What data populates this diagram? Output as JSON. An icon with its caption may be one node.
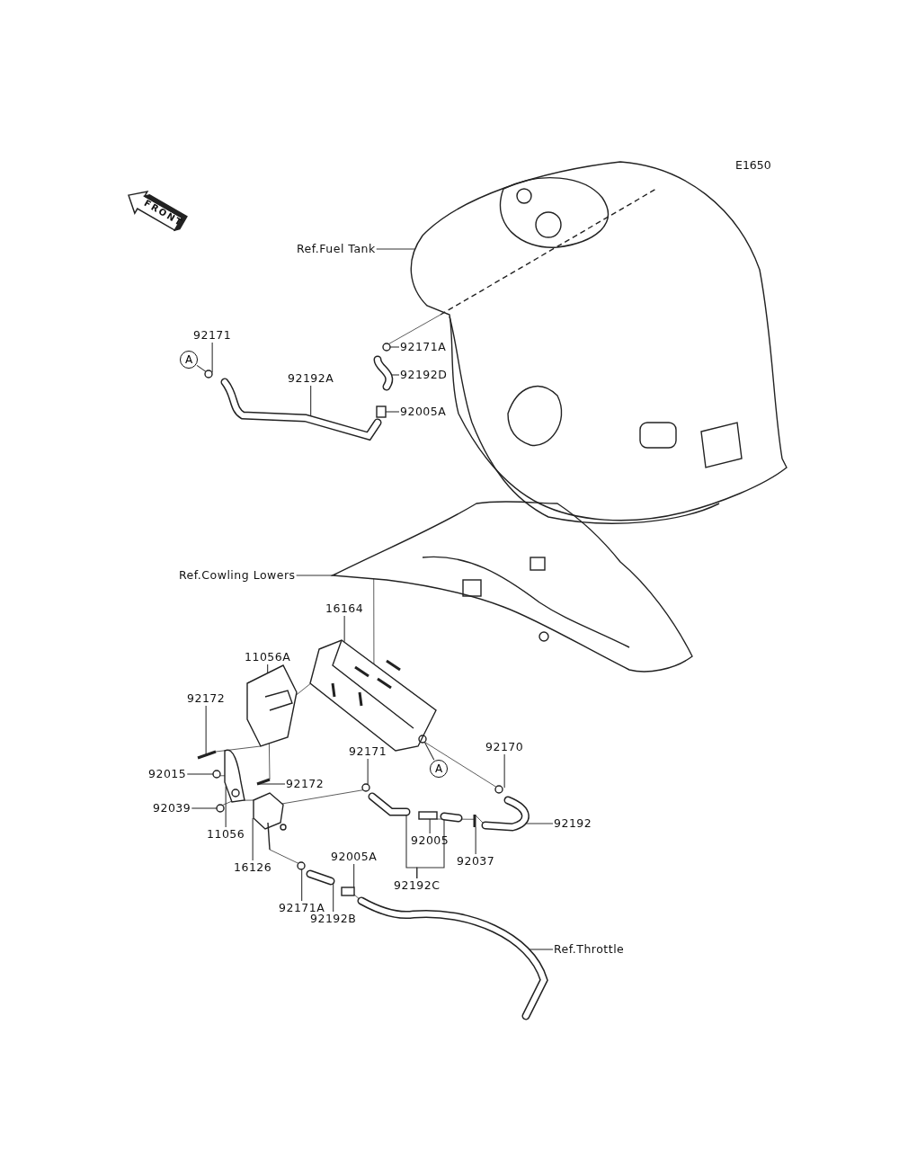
{
  "diagram": {
    "nodes": [
      {
        "text": [
          "Ref.Fuel Tank"
        ]
      },
      {
        "text": [
          "92171"
        ]
      },
      {
        "text": [
          "A"
        ]
      },
      {
        "text": [
          "92192A"
        ]
      },
      {
        "text": [
          "92171A"
        ]
      },
      {
        "text": [
          "92192D"
        ]
      },
      {
        "text": [
          "92005A"
        ]
      },
      {
        "text": [
          "Ref.Cowling Lowers"
        ]
      },
      {
        "text": [
          "16164"
        ]
      },
      {
        "text": [
          "11056A"
        ]
      },
      {
        "text": [
          "92172"
        ]
      },
      {
        "text": [
          "92015"
        ]
      },
      {
        "text": [
          "92172"
        ]
      },
      {
        "text": [
          "92039"
        ]
      },
      {
        "text": [
          "11056"
        ]
      },
      {
        "text": [
          "16126"
        ]
      },
      {
        "text": [
          "92171A"
        ]
      },
      {
        "text": [
          "92192B"
        ]
      },
      {
        "text": [
          "92005A"
        ]
      },
      {
        "text": [
          "92171"
        ]
      },
      {
        "text": [
          "92005"
        ]
      },
      {
        "text": [
          "92192C"
        ]
      },
      {
        "text": [
          "92037"
        ]
      },
      {
        "text": [
          "92170"
        ]
      },
      {
        "text": [
          "92192"
        ]
      },
      {
        "text": [
          "Ref.Throttle"
        ]
      },
      {
        "text": [
          "A"
        ]
      },
      {
        "text": [],
        "shape": "picture"
      },
      {
        "text": [],
        "shape": "circle"
      },
      {
        "text": [],
        "shape": "picture"
      },
      {
        "text": [],
        "shape": "circle"
      },
      {
        "text": [],
        "shape": "picture"
      },
      {
        "text": [],
        "shape": "box"
      },
      {
        "text": [],
        "shape": "picture"
      },
      {
        "text": [],
        "shape": "picture"
      },
      {
        "text": [],
        "shape": "picture"
      },
      {
        "text": [],
        "shape": "picture"
      },
      {
        "text": [],
        "shape": "circle"
      },
      {
        "text": [],
        "shape": "picture"
      },
      {
        "text": [],
        "shape": "circle"
      },
      {
        "text": [],
        "shape": "picture"
      },
      {
        "text": [],
        "shape": "picture"
      },
      {
        "text": [],
        "shape": "circle"
      },
      {
        "text": [],
        "shape": "picture"
      },
      {
        "text": [],
        "shape": "box"
      },
      {
        "text": [],
        "shape": "circle"
      },
      {
        "text": [],
        "shape": "box"
      },
      {
        "text": [],
        "shape": "picture"
      },
      {
        "text": [],
        "shape": "picture"
      },
      {
        "text": [],
        "shape": "picture"
      },
      {
        "text": [],
        "shape": "circle"
      },
      {
        "text": [],
        "shape": "picture"
      },
      {
        "text": [],
        "shape": "picture"
      }
    ],
    "edges": [
      {
        "from": 0,
        "to": 27,
        "arrow": "none"
      },
      {
        "from": 1,
        "to": 28,
        "arrow": "none"
      },
      {
        "from": 2,
        "to": 28,
        "arrow": "none"
      },
      {
        "from": 3,
        "to": 29,
        "arrow": "none"
      },
      {
        "from": 4,
        "to": 30,
        "arrow": "none"
      },
      {
        "from": 5,
        "to": 31,
        "arrow": "none"
      },
      {
        "from": 6,
        "to": 32,
        "arrow": "none"
      },
      {
        "from": 7,
        "to": 33,
        "arrow": "none"
      },
      {
        "from": 8,
        "to": 34,
        "arrow": "none"
      },
      {
        "from": 9,
        "to": 35,
        "arrow": "none"
      },
      {
        "from": 10,
        "to": 36,
        "arrow": "none"
      },
      {
        "from": 11,
        "to": 37,
        "arrow": "none"
      },
      {
        "from": 12,
        "to": 38,
        "arrow": "none"
      },
      {
        "from": 13,
        "to": 39,
        "arrow": "none"
      },
      {
        "from": 14,
        "to": 40,
        "arrow": "none"
      },
      {
        "from": 15,
        "to": 41,
        "arrow": "none"
      },
      {
        "from": 16,
        "to": 42,
        "arrow": "none"
      },
      {
        "from": 17,
        "to": 43,
        "arrow": "none"
      },
      {
        "from": 18,
        "to": 44,
        "arrow": "none"
      },
      {
        "from": 19,
        "to": 45,
        "arrow": "none"
      },
      {
        "from": 20,
        "to": 46,
        "arrow": "none"
      },
      {
        "from": 21,
        "to": 47,
        "arrow": "none"
      },
      {
        "from": 21,
        "to": 48,
        "arrow": "none"
      },
      {
        "from": 22,
        "to": 49,
        "arrow": "none"
      },
      {
        "from": 23,
        "to": 50,
        "arrow": "none"
      },
      {
        "from": 24,
        "to": 51,
        "arrow": "none"
      },
      {
        "from": 25,
        "to": 52,
        "arrow": "none"
      },
      {
        "from": 26,
        "to": 34,
        "arrow": "none"
      },
      {
        "from": 27,
        "to": 30,
        "arrow": "none"
      },
      {
        "from": 33,
        "to": 34,
        "arrow": "none"
      },
      {
        "from": 35,
        "to": 34,
        "arrow": "none"
      },
      {
        "from": 36,
        "to": 35,
        "arrow": "none"
      },
      {
        "from": 37,
        "to": 40,
        "arrow": "none"
      },
      {
        "from": 38,
        "to": 35,
        "arrow": "none"
      },
      {
        "from": 39,
        "to": 40,
        "arrow": "none"
      },
      {
        "from": 40,
        "to": 41,
        "arrow": "none"
      },
      {
        "from": 41,
        "to": 45,
        "arrow": "none"
      },
      {
        "from": 41,
        "to": 42,
        "arrow": "none"
      },
      {
        "from": 34,
        "to": 50,
        "arrow": "none"
      },
      {
        "from": 46,
        "to": 49,
        "arrow": "none"
      },
      {
        "from": 49,
        "to": 51,
        "arrow": "none"
      },
      {
        "from": 44,
        "to": 52,
        "arrow": "none"
      }
    ],
    "labels": [
      "E1650",
      "FRONT"
    ]
  }
}
